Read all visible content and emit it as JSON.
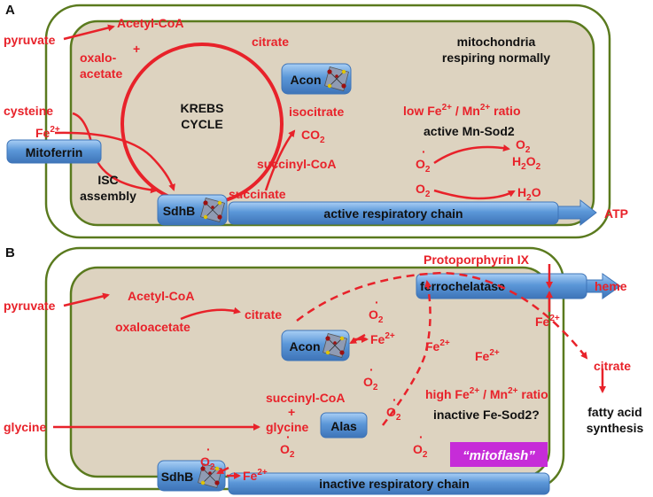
{
  "panel_a": {
    "letter": "A",
    "pyruvate": "pyruvate",
    "acetyl_coa": "Acetyl-CoA",
    "plus": "+",
    "oxalo": "oxalo-",
    "acetate": "acetate",
    "citrate": "citrate",
    "krebs_line1": "KREBS",
    "krebs_line2": "CYCLE",
    "acon": "Acon",
    "isocitrate": "isocitrate",
    "co2": "CO",
    "co2_sub": "2",
    "succinyl_coa": "succinyl-CoA",
    "succinate": "succinate",
    "cysteine": "cysteine",
    "fe": "Fe",
    "fe_sup": "2+",
    "mitoferrin": "Mitoferrin",
    "isc_line1": "ISC",
    "isc_line2": "assembly",
    "sdhb": "SdhB",
    "resp_chain": "active respiratory chain",
    "atp": "ATP",
    "mito_line1": "mitochondria",
    "mito_line2": "respiring normally",
    "ratio_a": "low Fe",
    "ratio_b": "2+",
    "ratio_c": " / Mn",
    "ratio_d": "2+",
    "ratio_e": " ratio",
    "sod": "active Mn-Sod2",
    "o2": "O",
    "o2_sub": "2",
    "dot": "·",
    "h2o2_a": "H",
    "h2o2_b": "2",
    "h2o2_c": "O",
    "h2o2_d": "2",
    "h2o_a": "H",
    "h2o_b": "2",
    "h2o_c": "O"
  },
  "panel_b": {
    "letter": "B",
    "pyruvate": "pyruvate",
    "acetyl_coa": "Acetyl-CoA",
    "oxaloacetate": "oxaloacetate",
    "citrate": "citrate",
    "acon": "Acon",
    "fe": "Fe",
    "fe_sup": "2+",
    "protoporphyrin": "Protoporphyrin IX",
    "ferrochelatase": "ferrochelatase",
    "heme": "heme",
    "citrate_out": "citrate",
    "fatty_line1": "fatty acid",
    "fatty_line2": "synthesis",
    "succinyl_coa": "succinyl-CoA",
    "plus": "+",
    "glycine_in": "glycine",
    "glycine": "glycine",
    "alas": "Alas",
    "ratio_a": "high Fe",
    "ratio_b": "2+",
    "ratio_c": " / Mn",
    "ratio_d": "2+",
    "ratio_e": " ratio",
    "sod": "inactive Fe-Sod2?",
    "o2": "O",
    "o2_sub": "2",
    "dot": "·",
    "mitoflash": "“mitoflash”",
    "sdhb": "SdhB",
    "resp_chain": "inactive respiratory chain"
  },
  "colors": {
    "red": "#e8222a",
    "membrane": "#5a7a1e",
    "matrix": "#ddd3c0",
    "pill": "#5b97d8",
    "mitoflash_bg": "#c62cd8"
  }
}
